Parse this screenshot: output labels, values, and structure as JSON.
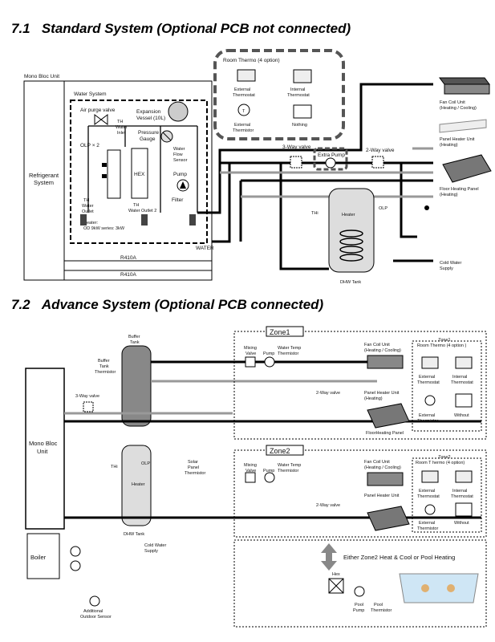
{
  "section1": {
    "number": "7.1",
    "title": "Standard System (Optional PCB not connected)",
    "labels": {
      "mono_bloc": "Mono Bloc Unit",
      "refrigerant1": "Refrigerant",
      "refrigerant2": "System",
      "water_system": "Water System",
      "air_purge": "Air purge valve",
      "expansion1": "Expansion",
      "expansion2": "Vessel (10L)",
      "th_inlet1": "TH",
      "th_inlet2": "Water",
      "th_inlet3": "Inlet",
      "olp": "OLP × 2",
      "pressure1": "Pressure",
      "pressure2": "Gauge",
      "hex": "HEX",
      "water_flow1": "Water",
      "water_flow2": "Flow",
      "water_flow3": "Sensor",
      "pump": "Pump",
      "filter": "Filter",
      "th_outlet1a": "TH",
      "th_outlet1b": "Water",
      "th_outlet1c": "Outlet",
      "th_outlet2a": "TH",
      "th_outlet2b": "Water Outlet 2",
      "heater1": "Heater:",
      "heater2": "OD 9kW series: 3kW",
      "r410a_1": "R410A",
      "r410a_2": "R410A",
      "water": "WATER",
      "room_thermo": "Room Thermo (4 option)",
      "ext_thermostat1": "External",
      "ext_thermostat2": "Thermostat",
      "int_thermostat1": "Internal",
      "int_thermostat2": "Thermostat",
      "ext_thermistor1": "External",
      "ext_thermistor2": "Thermistor",
      "nothing": "Nothing",
      "three_way": "3-Way valve",
      "extra_pump": "Extra Pump",
      "two_way": "2-Way valve",
      "fan_coil1": "Fan Coil Unit",
      "fan_coil2": "(Heating / Cooling)",
      "panel_heater1": "Panel Heater Unit",
      "panel_heater2": "(Heating)",
      "floor_heating1": "Floor Heating Panel",
      "floor_heating2": "(Heating)",
      "thi": "THi",
      "heater": "Heater",
      "olp_tank": "OLP",
      "dhw_tank": "DHW Tank",
      "cold_water1": "Cold Water",
      "cold_water2": "Supply"
    }
  },
  "section2": {
    "number": "7.2",
    "title": "Advance System (Optional PCB connected)",
    "labels": {
      "buffer1": "Buffer",
      "buffer2": "Tank",
      "buffer_thermistor1": "Buffer",
      "buffer_thermistor2": "Tank",
      "buffer_thermistor3": "Thermistor",
      "three_way": "3-Way valve",
      "mono_bloc1": "Mono Bloc",
      "mono_bloc2": "Unit",
      "thi": "THi",
      "olp": "OLP",
      "heater": "Heater",
      "solar1": "Solar",
      "solar2": "Panel",
      "solar3": "Thermistor",
      "dhw_tank": "DHW Tank",
      "cold_water1": "Cold Water",
      "cold_water2": "Supply",
      "boiler": "Boiler",
      "outdoor1": "Additional",
      "outdoor2": "Outdoor Sensor",
      "zone1": "Zone1",
      "zone2": "Zone2",
      "mixing1": "Mixing",
      "mixing2": "Valve",
      "pump": "Pump",
      "water_temp1": "Water Temp",
      "water_temp2": "Thermistor",
      "fan_coil1": "Fan Coil Unit",
      "fan_coil2": "(Heating / Cooling)",
      "two_way": "2-Way valve",
      "panel_heater1": "Panel Heater Unit",
      "panel_heater2": "(Heating)",
      "floor_heating": "FloorHeating Panel",
      "zone1_thermo1": "Zone1",
      "zone1_thermo2": "Room Thermo (4 option )",
      "zone2_thermo1": "Zone2",
      "zone2_thermo2": "Room T hermo (4 option)",
      "ext_thermostat1": "External",
      "ext_thermostat2": "Thermostat",
      "int_thermostat1": "Internal",
      "int_thermostat2": "Thermostat",
      "ext_thermistor1": "External",
      "ext_thermistor2": "Thermistor",
      "without": "Without",
      "either": "Either Zone2 Heat & Cool or Pool Heating",
      "hex": "Hex",
      "pool_pump1": "Pool",
      "pool_pump2": "Pump",
      "pool_thermistor1": "Pool",
      "pool_thermistor2": "Thermistor"
    }
  }
}
